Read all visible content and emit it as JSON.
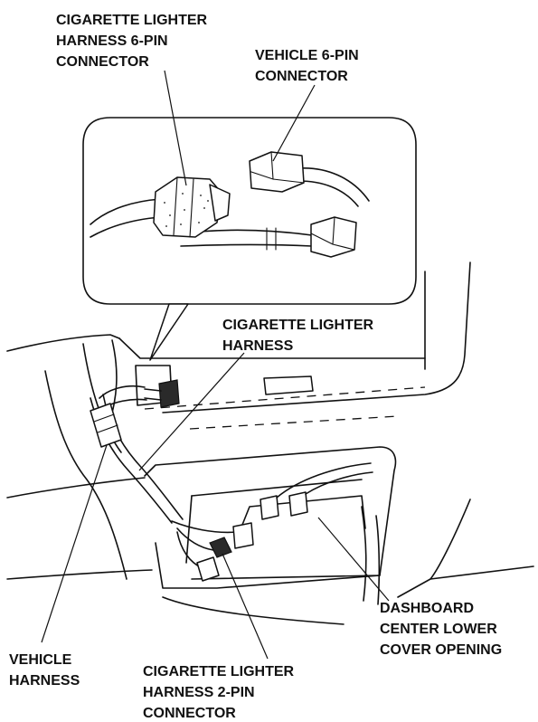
{
  "labels": {
    "lighter_6pin": [
      "CIGARETTE LIGHTER",
      "HARNESS 6-PIN",
      "CONNECTOR"
    ],
    "vehicle_6pin": [
      "VEHICLE 6-PIN",
      "CONNECTOR"
    ],
    "lighter_harness": [
      "CIGARETTE LIGHTER",
      "HARNESS"
    ],
    "dashboard_opening": [
      "DASHBOARD",
      "CENTER LOWER",
      "COVER OPENING"
    ],
    "vehicle_harness": [
      "VEHICLE",
      "HARNESS"
    ],
    "lighter_2pin": [
      "CIGARETTE LIGHTER",
      "HARNESS 2-PIN",
      "CONNECTOR"
    ]
  },
  "colors": {
    "ink": "#111111",
    "background": "#ffffff"
  }
}
